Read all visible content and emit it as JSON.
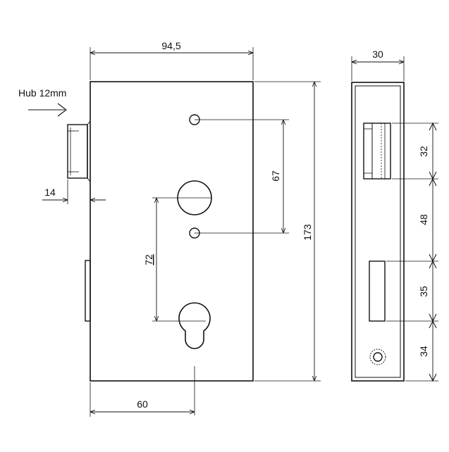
{
  "front_view": {
    "width_label": "94,5",
    "height_label": "173",
    "latch_stroke_label": "Hub 12mm",
    "backset_label": "14",
    "spindle_spacing_label": "67",
    "center_distance_label": "72",
    "cylinder_offset_label": "60"
  },
  "side_view": {
    "depth_label": "30",
    "latch_height_label": "32",
    "gap_label": "48",
    "bolt_height_label": "35",
    "bottom_label": "34"
  },
  "colors": {
    "line": "#111111",
    "background": "#ffffff"
  }
}
